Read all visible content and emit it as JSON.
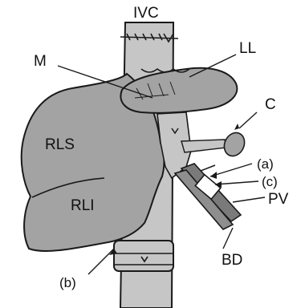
{
  "labels": {
    "ivc": "IVC",
    "ll": "LL",
    "m": "M",
    "c": "C",
    "rls": "RLS",
    "rli": "RLI",
    "a": "(a)",
    "c_paren": "(c)",
    "pv": "PV",
    "bd": "BD",
    "b": "(b)"
  },
  "colors": {
    "liver": "#a3a3a3",
    "liver_dark": "#8e8e8e",
    "vessel": "#c6c6c6",
    "duct": "#7a7a7a",
    "outline": "#1a1a1a",
    "background": "#ffffff"
  }
}
